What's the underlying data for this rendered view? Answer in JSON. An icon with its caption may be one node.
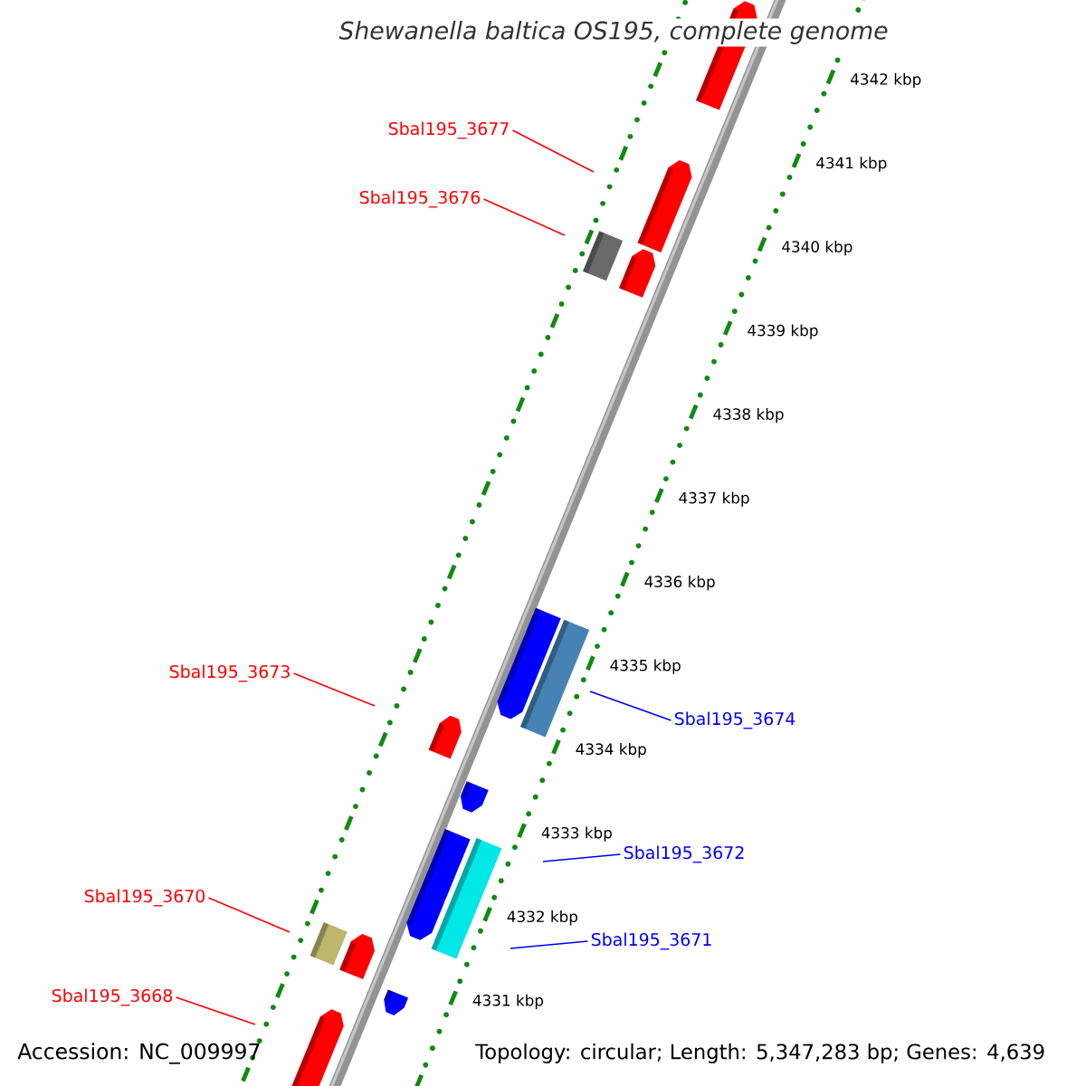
{
  "diagram": {
    "title": "Shewanella baltica OS195, complete genome",
    "nodes": [
      {
        "text": [
          "Sbal195_3677"
        ]
      },
      {
        "text": [
          "Sbal195_3676"
        ]
      },
      {
        "text": [
          "Sbal195_3673"
        ]
      },
      {
        "text": [
          "Sbal195_3674"
        ]
      },
      {
        "text": [
          "Sbal195_3672"
        ]
      },
      {
        "text": [
          "Sbal195_3670"
        ]
      },
      {
        "text": [
          "Sbal195_3671"
        ]
      },
      {
        "text": [
          "Sbal195_3668"
        ]
      }
    ],
    "edges": [
      {
        "from": 0,
        "to": null,
        "arrow": "none"
      },
      {
        "from": 1,
        "to": null,
        "arrow": "none"
      },
      {
        "from": 2,
        "to": null,
        "arrow": "none"
      },
      {
        "from": 3,
        "to": null,
        "arrow": "none",
        "color": "#0000ff"
      },
      {
        "from": 4,
        "to": null,
        "arrow": "none",
        "color": "#0000ff"
      },
      {
        "from": 5,
        "to": null,
        "arrow": "none"
      },
      {
        "from": 6,
        "to": null,
        "arrow": "none",
        "color": "#0000ff"
      },
      {
        "from": 7,
        "to": null,
        "arrow": "none"
      }
    ],
    "labels": [
      "4342 kbp",
      "4341 kbp",
      "4340 kbp",
      "4339 kbp",
      "4338 kbp",
      "4337 kbp",
      "4336 kbp",
      "4335 kbp",
      "4334 kbp",
      "4333 kbp",
      "4332 kbp",
      "4331 kbp",
      "Accession: NC_009997",
      "Topology: circular; Length: 5,347,283 bp; Genes: 4,639"
    ]
  }
}
